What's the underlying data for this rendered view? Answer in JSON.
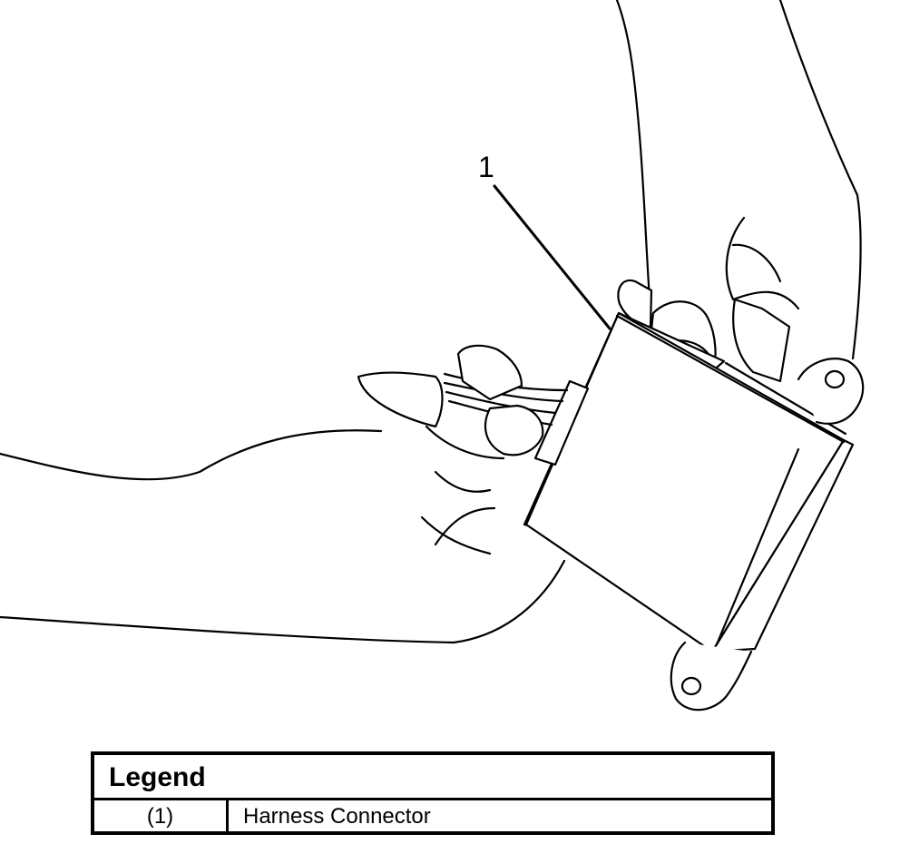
{
  "callout": {
    "number": "1"
  },
  "legend": {
    "title": "Legend",
    "rows": [
      {
        "id": "(1)",
        "description": "Harness Connector"
      }
    ]
  }
}
